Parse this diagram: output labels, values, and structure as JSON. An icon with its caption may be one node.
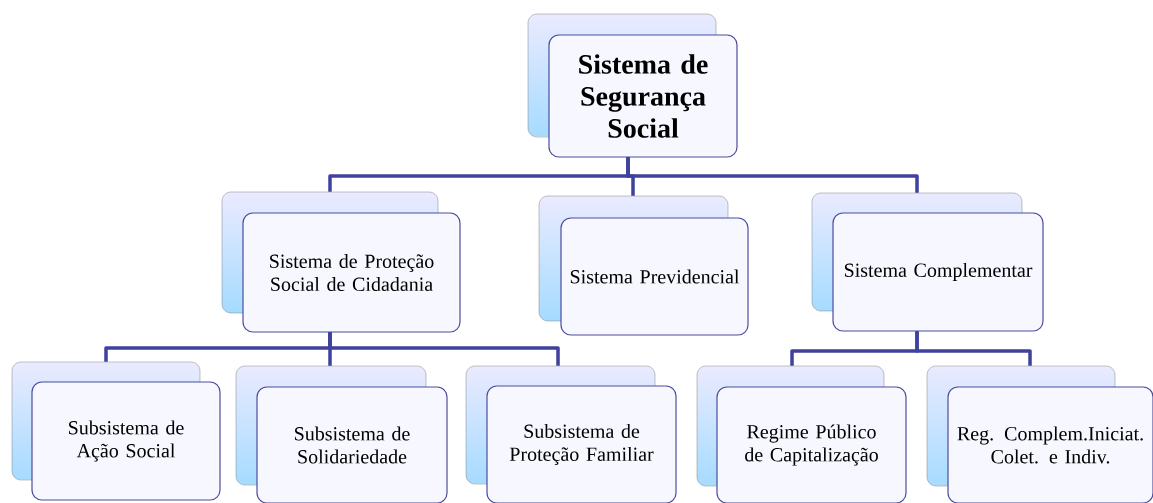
{
  "diagram": {
    "nodes": [
      {
        "text": [
          "Sistema de Segurança Social"
        ]
      },
      {
        "text": [
          "Sistema de Proteção Social de Cidadania"
        ]
      },
      {
        "text": [
          "Sistema Previdencial"
        ]
      },
      {
        "text": [
          "Sistema Complementar"
        ]
      },
      {
        "text": [
          "Subsistema de Ação Social"
        ]
      },
      {
        "text": [
          "Subsistema de Solidariedade"
        ]
      },
      {
        "text": [
          "Subsistema de Proteção Familiar"
        ]
      },
      {
        "text": [
          "Regime Público de Capitalização"
        ]
      },
      {
        "text": [
          "Reg. Complem.Iniciat. Colet. e Indiv."
        ]
      }
    ],
    "edges": [
      {
        "from": 0,
        "to": 1,
        "arrow": "none"
      },
      {
        "from": 0,
        "to": 2,
        "arrow": "none"
      },
      {
        "from": 0,
        "to": 3,
        "arrow": "none"
      },
      {
        "from": 1,
        "to": 4,
        "arrow": "none"
      },
      {
        "from": 1,
        "to": 5,
        "arrow": "none"
      },
      {
        "from": 1,
        "to": 6,
        "arrow": "none"
      },
      {
        "from": 3,
        "to": 7,
        "arrow": "none"
      },
      {
        "from": 3,
        "to": 8,
        "arrow": "none"
      }
    ]
  }
}
